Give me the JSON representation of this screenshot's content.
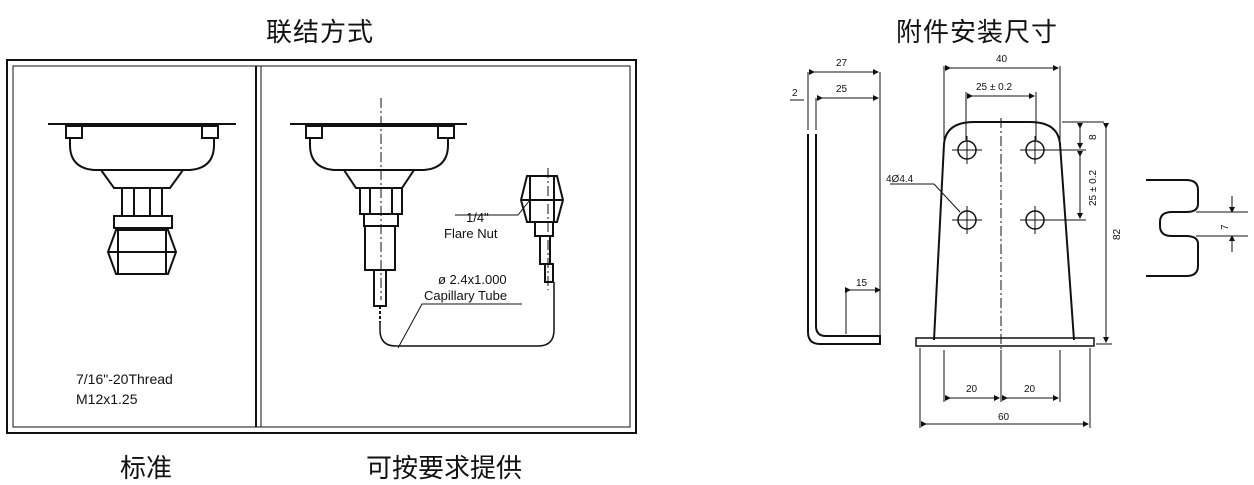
{
  "titles": {
    "connection": "联结方式",
    "accessory": "附件安装尺寸"
  },
  "captions": {
    "standard": "标准",
    "on_request": "可按要求提供"
  },
  "standard_panel": {
    "thread_1": "7/16\"-20Thread",
    "thread_2": "M12x1.25"
  },
  "optional_panel": {
    "flare_1": "1/4\"",
    "flare_2": "Flare Nut",
    "tube_1": "ø 2.4x1.000",
    "tube_2": "Capillary Tube"
  },
  "dimensions": {
    "side_total": "27",
    "side_inner": "25",
    "side_thk": "2",
    "side_foot": "15",
    "front_top": "40",
    "front_hole_span": "25 ± 0.2",
    "front_hole_dia": "4Ø4.4",
    "front_top_off": "8",
    "front_hole_vspan": "25 ± 0.2",
    "front_height": "82",
    "front_bot_1": "20",
    "front_bot_2": "20",
    "front_base": "60",
    "slot_w": "7"
  }
}
